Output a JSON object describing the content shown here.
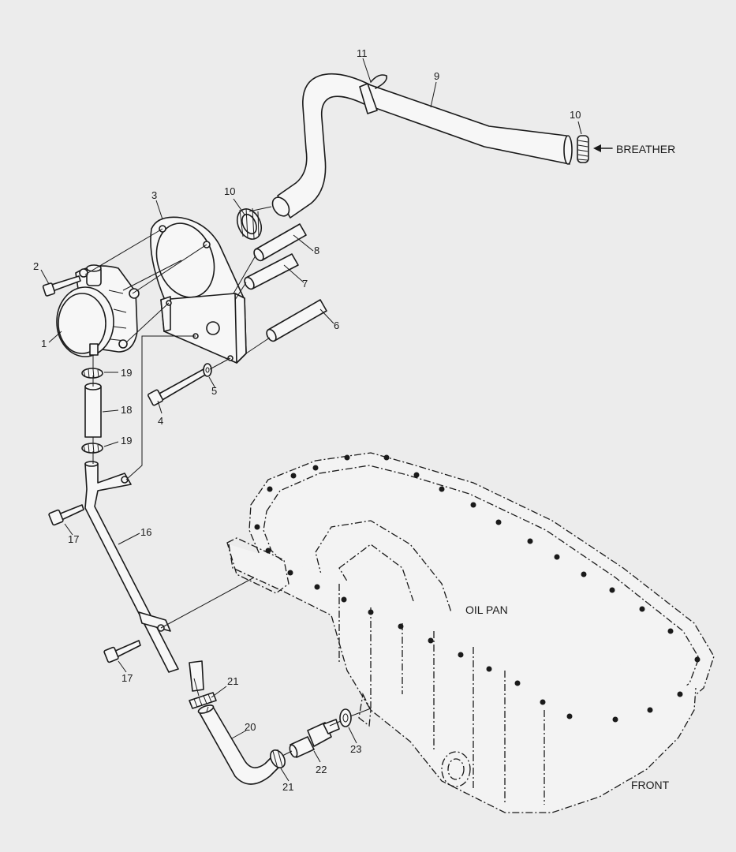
{
  "labels": {
    "n1": "1",
    "n2": "2",
    "n3": "3",
    "n4": "4",
    "n5": "5",
    "n6": "6",
    "n7": "7",
    "n8": "8",
    "n9": "9",
    "n10a": "10",
    "n10b": "10",
    "n11": "11",
    "n16": "16",
    "n17a": "17",
    "n17b": "17",
    "n18": "18",
    "n19a": "19",
    "n19b": "19",
    "n20": "20",
    "n21a": "21",
    "n21b": "21",
    "n22": "22",
    "n23": "23"
  },
  "text": {
    "breather": "BREATHER",
    "oil_pan": "OIL PAN",
    "front": "FRONT"
  }
}
